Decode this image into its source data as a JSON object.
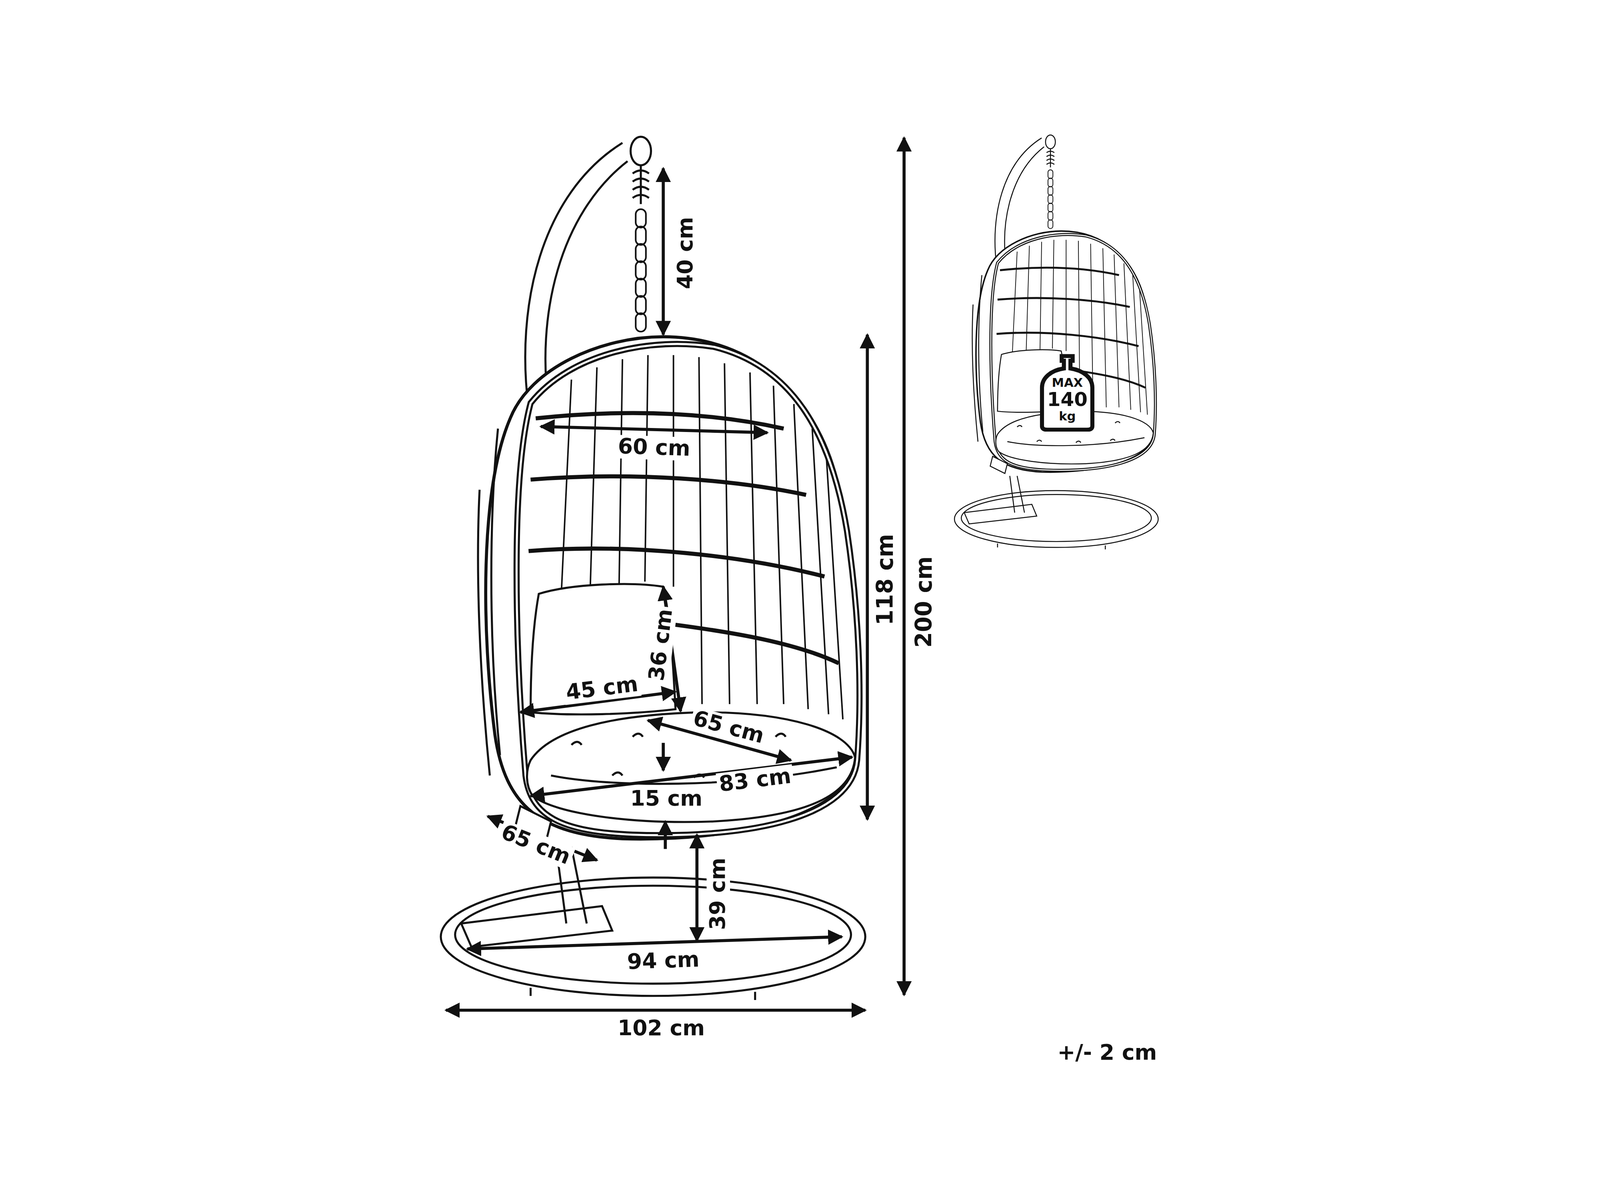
{
  "diagram": {
    "nodes": [
      {
        "text": [
          "MAX",
          "140",
          "kg"
        ]
      }
    ],
    "labels": [
      "40 cm",
      "60 cm",
      "118 cm",
      "200 cm",
      "36 cm",
      "45 cm",
      "65 cm",
      "83 cm",
      "15 cm",
      "65 cm",
      "39 cm",
      "94 cm",
      "102 cm",
      "+/- 2 cm"
    ]
  }
}
